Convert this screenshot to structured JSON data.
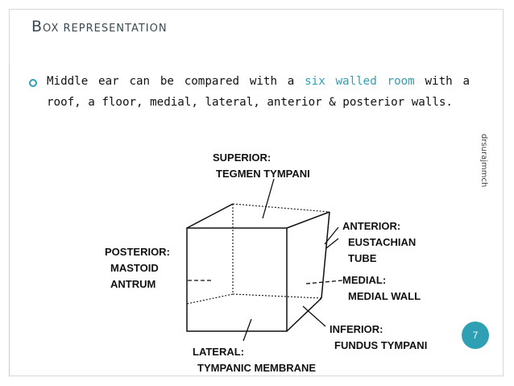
{
  "slide": {
    "title_first": "B",
    "title_rest": "OX REPRESENTATION",
    "bullet": {
      "text_before": "Middle ear can be compared with a ",
      "highlight": "six walled room",
      "text_after": " with a roof, a floor, medial, lateral, anterior & posterior walls."
    },
    "side_label": "drsurajmmch",
    "page_number": "7"
  },
  "diagram": {
    "superior": [
      "SUPERIOR:",
      "TEGMEN TYMPANI"
    ],
    "anterior": [
      "ANTERIOR:",
      "EUSTACHIAN",
      "TUBE"
    ],
    "posterior": [
      "POSTERIOR:",
      "MASTOID",
      "ANTRUM"
    ],
    "medial": [
      "MEDIAL:",
      "MEDIAL WALL"
    ],
    "inferior": [
      "INFERIOR:",
      "FUNDUS TYMPANI"
    ],
    "lateral": [
      "LATERAL:",
      "TYMPANIC MEMBRANE"
    ]
  },
  "colors": {
    "accent": "#2f9fb3",
    "title": "#3b4a52"
  }
}
